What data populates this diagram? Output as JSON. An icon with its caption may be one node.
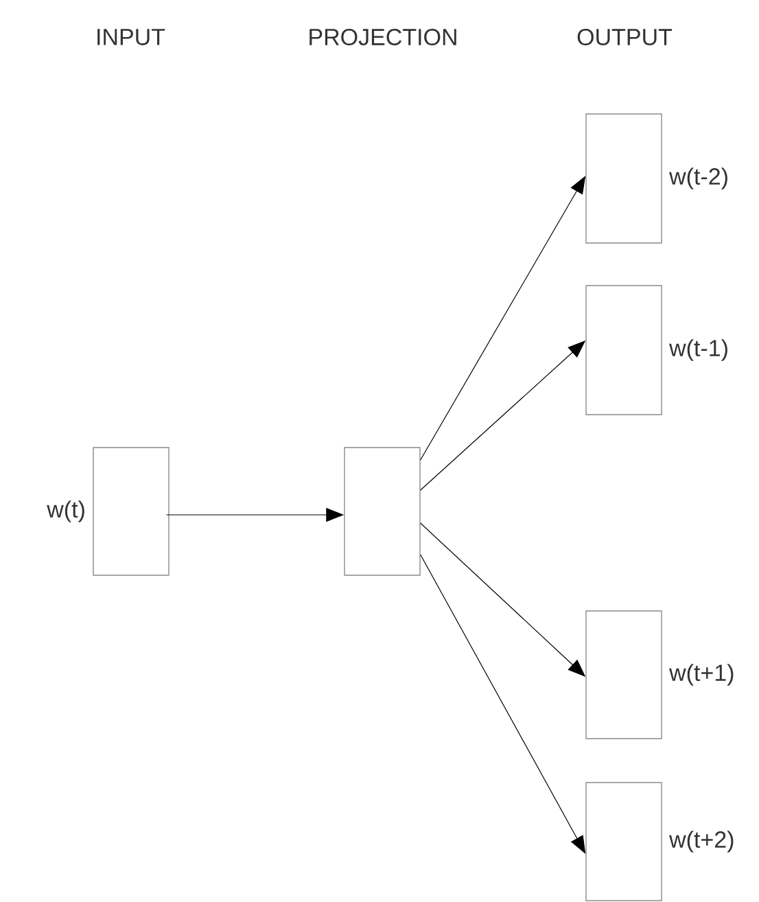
{
  "diagram": {
    "nodes": [
      {
        "text": [
          "w(t)"
        ]
      },
      {
        "text": [],
        "shape": "box"
      },
      {
        "text": [
          "w(t-2)"
        ]
      },
      {
        "text": [
          "w(t-1)"
        ]
      },
      {
        "text": [
          "w(t+1)"
        ]
      },
      {
        "text": [
          "w(t+2)"
        ]
      }
    ],
    "edges": [
      {
        "from": 0,
        "to": 1,
        "arrow": "to"
      },
      {
        "from": 1,
        "to": 2,
        "arrow": "to"
      },
      {
        "from": 1,
        "to": 3,
        "arrow": "to"
      },
      {
        "from": 1,
        "to": 4,
        "arrow": "to"
      },
      {
        "from": 1,
        "to": 5,
        "arrow": "to"
      }
    ],
    "labels": [
      "INPUT",
      "PROJECTION",
      "OUTPUT"
    ]
  }
}
